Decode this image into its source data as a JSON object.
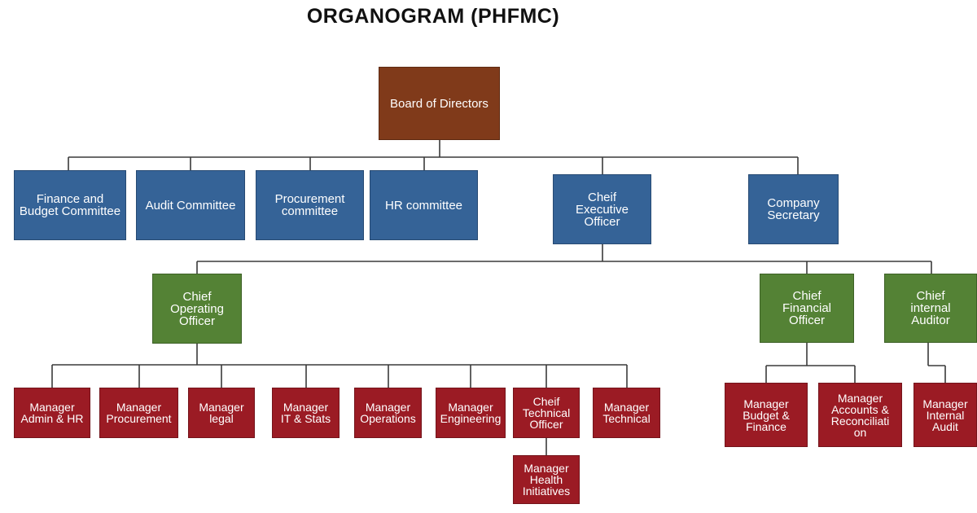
{
  "title": "ORGANOGRAM (PHFMC)",
  "colors": {
    "board": "#803a1a",
    "committee": "#356397",
    "chief": "#548235",
    "manager": "#9b1b24",
    "connector": "#3a3a3a"
  },
  "board": "Board of Directors",
  "level1": {
    "finance_budget_committee": "Finance and\nBudget Committee",
    "audit_committee": "Audit Committee",
    "procurement_committee": "Procurement\ncommittee",
    "hr_committee": "HR committee",
    "ceo": "Cheif\nExecutive Officer",
    "company_secretary": "Company\nSecretary"
  },
  "level2": {
    "coo": "Chief\nOperating\nOfficer",
    "cfo": "Chief\nFinancial\nOfficer",
    "cia": "Chief\ninternal\nAuditor"
  },
  "level3": {
    "admin_hr": "Manager\nAdmin & HR",
    "procurement": "Manager\nProcurement",
    "legal": "Manager\nlegal",
    "it_stats": "Manager\nIT & Stats",
    "operations": "Manager\nOperations",
    "engineering": "Manager\nEngineering",
    "cto": "Cheif\nTechnical\nOfficer",
    "technical": "Manager\nTechnical",
    "budget_finance": "Manager\nBudget &\nFinance",
    "accounts": "Manager\nAccounts &\nReconciliati\non",
    "internal_audit": "Manager\nInternal\nAudit"
  },
  "level4": {
    "health_initiatives": "Manager\nHealth\nInitiatives"
  }
}
